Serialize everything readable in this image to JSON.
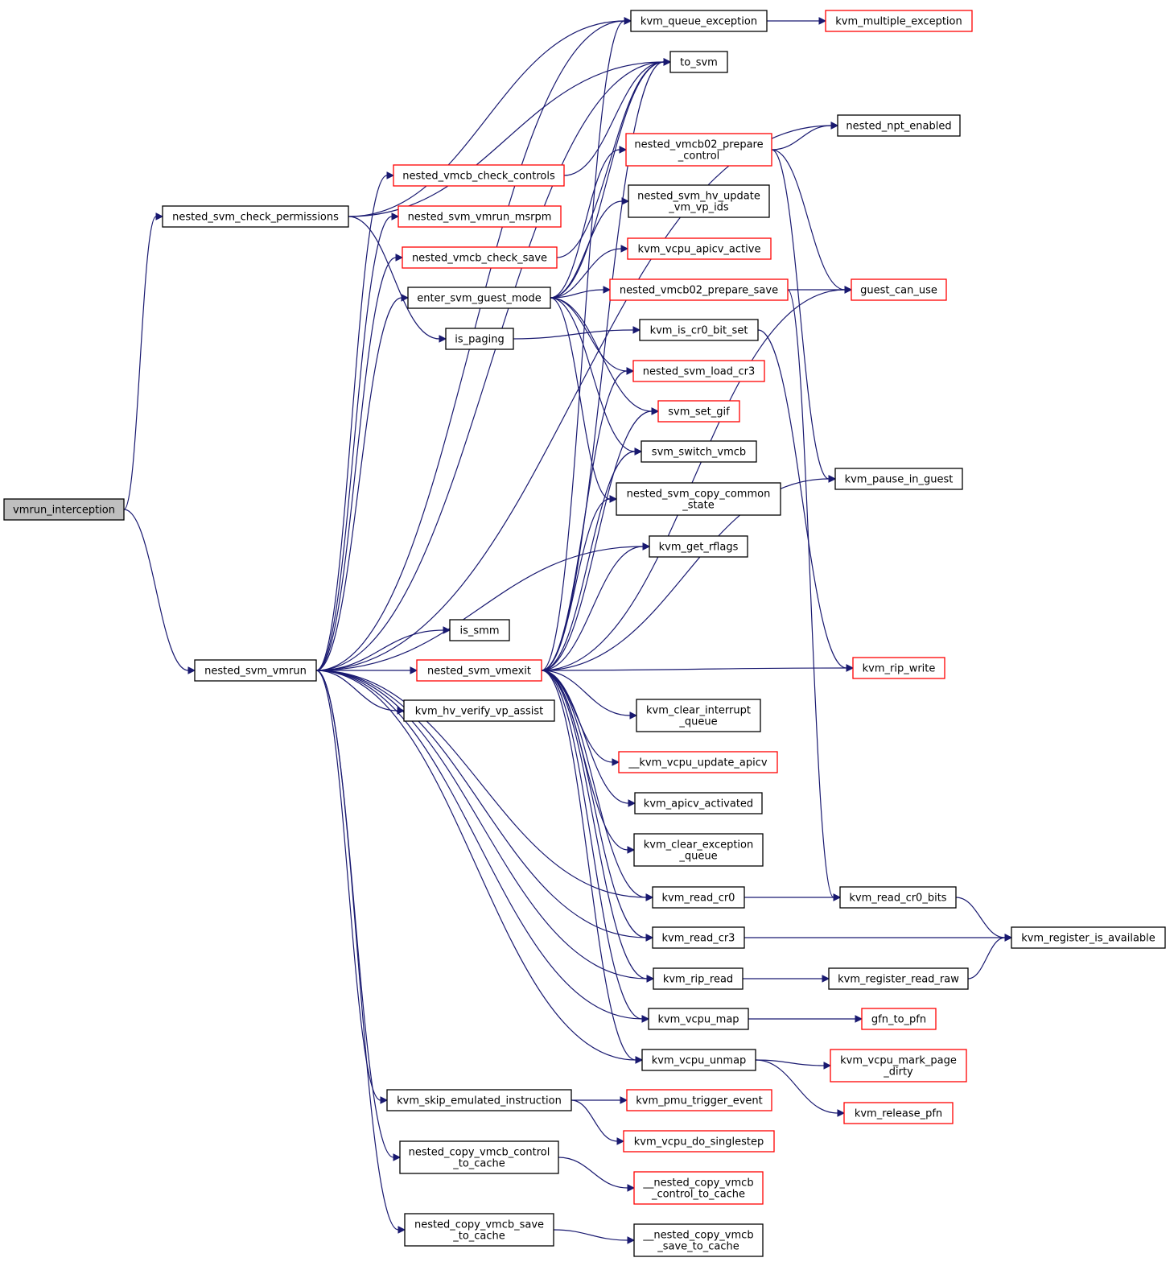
{
  "graph": {
    "colors": {
      "edge": "#191970",
      "black_border": "#000000",
      "red_border": "#ff0000",
      "root_fill": "#bfbfbf"
    },
    "nodes": [
      {
        "id": "vmrun_interception",
        "lines": [
          "vmrun_interception"
        ],
        "style": "root"
      },
      {
        "id": "nested_svm_check_permissions",
        "lines": [
          "nested_svm_check_permissions"
        ],
        "style": "black"
      },
      {
        "id": "nested_svm_vmrun",
        "lines": [
          "nested_svm_vmrun"
        ],
        "style": "black"
      },
      {
        "id": "kvm_queue_exception",
        "lines": [
          "kvm_queue_exception"
        ],
        "style": "black"
      },
      {
        "id": "kvm_multiple_exception",
        "lines": [
          "kvm_multiple_exception"
        ],
        "style": "red"
      },
      {
        "id": "to_svm",
        "lines": [
          "to_svm"
        ],
        "style": "black"
      },
      {
        "id": "nested_npt_enabled",
        "lines": [
          "nested_npt_enabled"
        ],
        "style": "black"
      },
      {
        "id": "nested_vmcb_check_controls",
        "lines": [
          "nested_vmcb_check_controls"
        ],
        "style": "red"
      },
      {
        "id": "nested_vmcb02_prepare_control",
        "lines": [
          "nested_vmcb02_prepare",
          "_control"
        ],
        "style": "red"
      },
      {
        "id": "nested_svm_vmrun_msrpm",
        "lines": [
          "nested_svm_vmrun_msrpm"
        ],
        "style": "red"
      },
      {
        "id": "nested_svm_hv_update_vm_vp_ids",
        "lines": [
          "nested_svm_hv_update",
          "_vm_vp_ids"
        ],
        "style": "black"
      },
      {
        "id": "nested_vmcb_check_save",
        "lines": [
          "nested_vmcb_check_save"
        ],
        "style": "red"
      },
      {
        "id": "kvm_vcpu_apicv_active",
        "lines": [
          "kvm_vcpu_apicv_active"
        ],
        "style": "red"
      },
      {
        "id": "enter_svm_guest_mode",
        "lines": [
          "enter_svm_guest_mode"
        ],
        "style": "black"
      },
      {
        "id": "nested_vmcb02_prepare_save",
        "lines": [
          "nested_vmcb02_prepare_save"
        ],
        "style": "red"
      },
      {
        "id": "guest_can_use",
        "lines": [
          "guest_can_use"
        ],
        "style": "red"
      },
      {
        "id": "is_paging",
        "lines": [
          "is_paging"
        ],
        "style": "black"
      },
      {
        "id": "kvm_is_cr0_bit_set",
        "lines": [
          "kvm_is_cr0_bit_set"
        ],
        "style": "black"
      },
      {
        "id": "nested_svm_load_cr3",
        "lines": [
          "nested_svm_load_cr3"
        ],
        "style": "red"
      },
      {
        "id": "svm_set_gif",
        "lines": [
          "svm_set_gif"
        ],
        "style": "red"
      },
      {
        "id": "svm_switch_vmcb",
        "lines": [
          "svm_switch_vmcb"
        ],
        "style": "black"
      },
      {
        "id": "kvm_pause_in_guest",
        "lines": [
          "kvm_pause_in_guest"
        ],
        "style": "black"
      },
      {
        "id": "nested_svm_copy_common_state",
        "lines": [
          "nested_svm_copy_common",
          "_state"
        ],
        "style": "black"
      },
      {
        "id": "kvm_get_rflags",
        "lines": [
          "kvm_get_rflags"
        ],
        "style": "black"
      },
      {
        "id": "is_smm",
        "lines": [
          "is_smm"
        ],
        "style": "black"
      },
      {
        "id": "nested_svm_vmexit",
        "lines": [
          "nested_svm_vmexit"
        ],
        "style": "red"
      },
      {
        "id": "kvm_rip_write",
        "lines": [
          "kvm_rip_write"
        ],
        "style": "red"
      },
      {
        "id": "kvm_hv_verify_vp_assist",
        "lines": [
          "kvm_hv_verify_vp_assist"
        ],
        "style": "black"
      },
      {
        "id": "kvm_clear_interrupt_queue",
        "lines": [
          "kvm_clear_interrupt",
          "_queue"
        ],
        "style": "black"
      },
      {
        "id": "__kvm_vcpu_update_apicv",
        "lines": [
          "__kvm_vcpu_update_apicv"
        ],
        "style": "red"
      },
      {
        "id": "kvm_apicv_activated",
        "lines": [
          "kvm_apicv_activated"
        ],
        "style": "black"
      },
      {
        "id": "kvm_clear_exception_queue",
        "lines": [
          "kvm_clear_exception",
          "_queue"
        ],
        "style": "black"
      },
      {
        "id": "kvm_read_cr0",
        "lines": [
          "kvm_read_cr0"
        ],
        "style": "black"
      },
      {
        "id": "kvm_read_cr0_bits",
        "lines": [
          "kvm_read_cr0_bits"
        ],
        "style": "black"
      },
      {
        "id": "kvm_register_is_available",
        "lines": [
          "kvm_register_is_available"
        ],
        "style": "black"
      },
      {
        "id": "kvm_read_cr3",
        "lines": [
          "kvm_read_cr3"
        ],
        "style": "black"
      },
      {
        "id": "kvm_rip_read",
        "lines": [
          "kvm_rip_read"
        ],
        "style": "black"
      },
      {
        "id": "kvm_register_read_raw",
        "lines": [
          "kvm_register_read_raw"
        ],
        "style": "black"
      },
      {
        "id": "kvm_vcpu_map",
        "lines": [
          "kvm_vcpu_map"
        ],
        "style": "black"
      },
      {
        "id": "gfn_to_pfn",
        "lines": [
          "gfn_to_pfn"
        ],
        "style": "red"
      },
      {
        "id": "kvm_vcpu_unmap",
        "lines": [
          "kvm_vcpu_unmap"
        ],
        "style": "black"
      },
      {
        "id": "kvm_vcpu_mark_page_dirty",
        "lines": [
          "kvm_vcpu_mark_page",
          "_dirty"
        ],
        "style": "red"
      },
      {
        "id": "kvm_skip_emulated_instruction",
        "lines": [
          "kvm_skip_emulated_instruction"
        ],
        "style": "black"
      },
      {
        "id": "kvm_pmu_trigger_event",
        "lines": [
          "kvm_pmu_trigger_event"
        ],
        "style": "red"
      },
      {
        "id": "kvm_release_pfn",
        "lines": [
          "kvm_release_pfn"
        ],
        "style": "red"
      },
      {
        "id": "kvm_vcpu_do_singlestep",
        "lines": [
          "kvm_vcpu_do_singlestep"
        ],
        "style": "red"
      },
      {
        "id": "nested_copy_vmcb_control_to_cache",
        "lines": [
          "nested_copy_vmcb_control",
          "_to_cache"
        ],
        "style": "black"
      },
      {
        "id": "__nested_copy_vmcb_control_to_cache",
        "lines": [
          "__nested_copy_vmcb",
          "_control_to_cache"
        ],
        "style": "red"
      },
      {
        "id": "nested_copy_vmcb_save_to_cache",
        "lines": [
          "nested_copy_vmcb_save",
          "_to_cache"
        ],
        "style": "black"
      },
      {
        "id": "__nested_copy_vmcb_save_to_cache",
        "lines": [
          "__nested_copy_vmcb",
          "_save_to_cache"
        ],
        "style": "black"
      }
    ],
    "edges": [
      [
        "vmrun_interception",
        "nested_svm_check_permissions"
      ],
      [
        "vmrun_interception",
        "nested_svm_vmrun"
      ],
      [
        "nested_svm_check_permissions",
        "kvm_queue_exception"
      ],
      [
        "nested_svm_check_permissions",
        "to_svm"
      ],
      [
        "nested_svm_check_permissions",
        "is_paging"
      ],
      [
        "kvm_queue_exception",
        "kvm_multiple_exception"
      ],
      [
        "nested_vmcb_check_controls",
        "to_svm"
      ],
      [
        "nested_vmcb_check_save",
        "to_svm"
      ],
      [
        "enter_svm_guest_mode",
        "to_svm"
      ],
      [
        "enter_svm_guest_mode",
        "nested_vmcb02_prepare_control"
      ],
      [
        "enter_svm_guest_mode",
        "nested_svm_hv_update_vm_vp_ids"
      ],
      [
        "enter_svm_guest_mode",
        "kvm_vcpu_apicv_active"
      ],
      [
        "enter_svm_guest_mode",
        "nested_vmcb02_prepare_save"
      ],
      [
        "enter_svm_guest_mode",
        "nested_svm_load_cr3"
      ],
      [
        "enter_svm_guest_mode",
        "svm_set_gif"
      ],
      [
        "enter_svm_guest_mode",
        "svm_switch_vmcb"
      ],
      [
        "enter_svm_guest_mode",
        "nested_svm_copy_common_state"
      ],
      [
        "nested_vmcb02_prepare_control",
        "nested_npt_enabled"
      ],
      [
        "nested_vmcb02_prepare_control",
        "guest_can_use"
      ],
      [
        "nested_vmcb02_prepare_control",
        "kvm_pause_in_guest"
      ],
      [
        "nested_vmcb02_prepare_save",
        "guest_can_use"
      ],
      [
        "nested_vmcb02_prepare_save",
        "kvm_read_cr0_bits"
      ],
      [
        "is_paging",
        "kvm_is_cr0_bit_set"
      ],
      [
        "kvm_is_cr0_bit_set",
        "kvm_rip_write"
      ],
      [
        "nested_svm_vmrun",
        "kvm_queue_exception"
      ],
      [
        "nested_svm_vmrun",
        "to_svm"
      ],
      [
        "nested_svm_vmrun",
        "nested_npt_enabled"
      ],
      [
        "nested_svm_vmrun",
        "nested_vmcb_check_controls"
      ],
      [
        "nested_svm_vmrun",
        "nested_svm_vmrun_msrpm"
      ],
      [
        "nested_svm_vmrun",
        "nested_vmcb_check_save"
      ],
      [
        "nested_svm_vmrun",
        "enter_svm_guest_mode"
      ],
      [
        "nested_svm_vmrun",
        "kvm_get_rflags"
      ],
      [
        "nested_svm_vmrun",
        "is_smm"
      ],
      [
        "nested_svm_vmrun",
        "nested_svm_vmexit"
      ],
      [
        "nested_svm_vmrun",
        "kvm_hv_verify_vp_assist"
      ],
      [
        "nested_svm_vmrun",
        "kvm_read_cr0"
      ],
      [
        "nested_svm_vmrun",
        "kvm_read_cr3"
      ],
      [
        "nested_svm_vmrun",
        "kvm_rip_read"
      ],
      [
        "nested_svm_vmrun",
        "kvm_vcpu_map"
      ],
      [
        "nested_svm_vmrun",
        "kvm_vcpu_unmap"
      ],
      [
        "nested_svm_vmrun",
        "kvm_skip_emulated_instruction"
      ],
      [
        "nested_svm_vmrun",
        "nested_copy_vmcb_control_to_cache"
      ],
      [
        "nested_svm_vmrun",
        "nested_copy_vmcb_save_to_cache"
      ],
      [
        "nested_svm_vmexit",
        "kvm_queue_exception"
      ],
      [
        "nested_svm_vmexit",
        "to_svm"
      ],
      [
        "nested_svm_vmexit",
        "guest_can_use"
      ],
      [
        "nested_svm_vmexit",
        "kvm_pause_in_guest"
      ],
      [
        "nested_svm_vmexit",
        "nested_svm_load_cr3"
      ],
      [
        "nested_svm_vmexit",
        "svm_set_gif"
      ],
      [
        "nested_svm_vmexit",
        "svm_switch_vmcb"
      ],
      [
        "nested_svm_vmexit",
        "nested_svm_copy_common_state"
      ],
      [
        "nested_svm_vmexit",
        "kvm_get_rflags"
      ],
      [
        "nested_svm_vmexit",
        "kvm_rip_write"
      ],
      [
        "nested_svm_vmexit",
        "kvm_clear_interrupt_queue"
      ],
      [
        "nested_svm_vmexit",
        "__kvm_vcpu_update_apicv"
      ],
      [
        "nested_svm_vmexit",
        "kvm_apicv_activated"
      ],
      [
        "nested_svm_vmexit",
        "kvm_clear_exception_queue"
      ],
      [
        "nested_svm_vmexit",
        "kvm_read_cr0"
      ],
      [
        "nested_svm_vmexit",
        "kvm_read_cr3"
      ],
      [
        "nested_svm_vmexit",
        "kvm_rip_read"
      ],
      [
        "nested_svm_vmexit",
        "kvm_vcpu_map"
      ],
      [
        "nested_svm_vmexit",
        "kvm_vcpu_unmap"
      ],
      [
        "kvm_read_cr0",
        "kvm_read_cr0_bits"
      ],
      [
        "kvm_read_cr0_bits",
        "kvm_register_is_available"
      ],
      [
        "kvm_read_cr3",
        "kvm_register_is_available"
      ],
      [
        "kvm_rip_read",
        "kvm_register_read_raw"
      ],
      [
        "kvm_register_read_raw",
        "kvm_register_is_available"
      ],
      [
        "kvm_vcpu_map",
        "gfn_to_pfn"
      ],
      [
        "kvm_vcpu_unmap",
        "kvm_vcpu_mark_page_dirty"
      ],
      [
        "kvm_vcpu_unmap",
        "kvm_release_pfn"
      ],
      [
        "kvm_skip_emulated_instruction",
        "kvm_pmu_trigger_event"
      ],
      [
        "kvm_skip_emulated_instruction",
        "kvm_vcpu_do_singlestep"
      ],
      [
        "nested_copy_vmcb_control_to_cache",
        "__nested_copy_vmcb_control_to_cache"
      ],
      [
        "nested_copy_vmcb_save_to_cache",
        "__nested_copy_vmcb_save_to_cache"
      ]
    ]
  }
}
